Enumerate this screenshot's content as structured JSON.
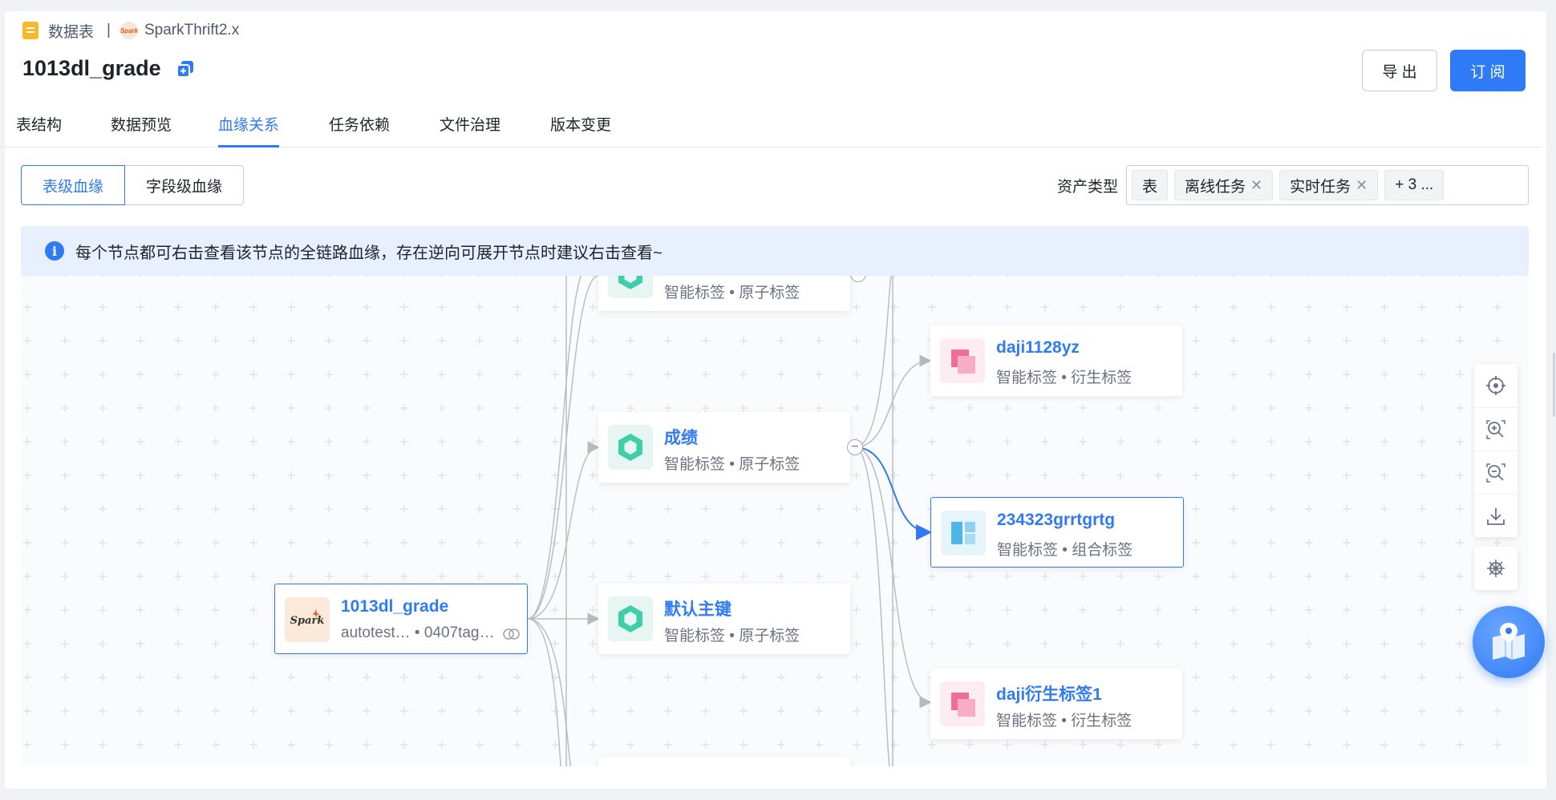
{
  "breadcrumb": {
    "section": "数据表",
    "separator": "|",
    "source": "SparkThrift2.x"
  },
  "title": "1013dl_grade",
  "actions": {
    "export_label": "导 出",
    "subscribe_label": "订 阅"
  },
  "tabs": [
    {
      "label": "表结构"
    },
    {
      "label": "数据预览"
    },
    {
      "label": "血缘关系",
      "active": true
    },
    {
      "label": "任务依赖"
    },
    {
      "label": "文件治理"
    },
    {
      "label": "版本变更"
    }
  ],
  "lineage_level": {
    "table": "表级血缘",
    "field": "字段级血缘"
  },
  "asset_type": {
    "label": "资产类型",
    "tags": [
      "表",
      "离线任务",
      "实时任务"
    ],
    "more": "+ 3 ..."
  },
  "notice": "每个节点都可右击查看该节点的全链路血缘，存在逆向可展开节点时建议右击查看~",
  "colors": {
    "accent": "#2f7bf5",
    "hex_icon": "#3ecfa8",
    "pink_icon": "#ee6f96",
    "blue_icon": "#4fb6e8"
  },
  "nodes": {
    "source": {
      "name": "1013dl_grade",
      "sub1": "autotest…",
      "sub2": "• 0407tag…",
      "icon": "spark-icon"
    },
    "top": {
      "sub": "智能标签 • 原子标签",
      "icon": "hexagon-icon"
    },
    "chengji": {
      "name": "成绩",
      "sub": "智能标签 • 原子标签",
      "icon": "hexagon-icon"
    },
    "moren": {
      "name": "默认主键",
      "sub": "智能标签 • 原子标签",
      "icon": "hexagon-icon"
    },
    "daji1128": {
      "name": "daji1128yz",
      "sub": "智能标签 • 衍生标签",
      "icon": "derived-tag-icon"
    },
    "grr": {
      "name": "234323grrtgrtg",
      "sub": "智能标签 • 组合标签",
      "icon": "combined-tag-icon"
    },
    "dajiyan": {
      "name": "daji衍生标签1",
      "sub": "智能标签 • 衍生标签",
      "icon": "derived-tag-icon"
    }
  },
  "collapse_symbol": "−",
  "spark_logo_text": "Spark"
}
